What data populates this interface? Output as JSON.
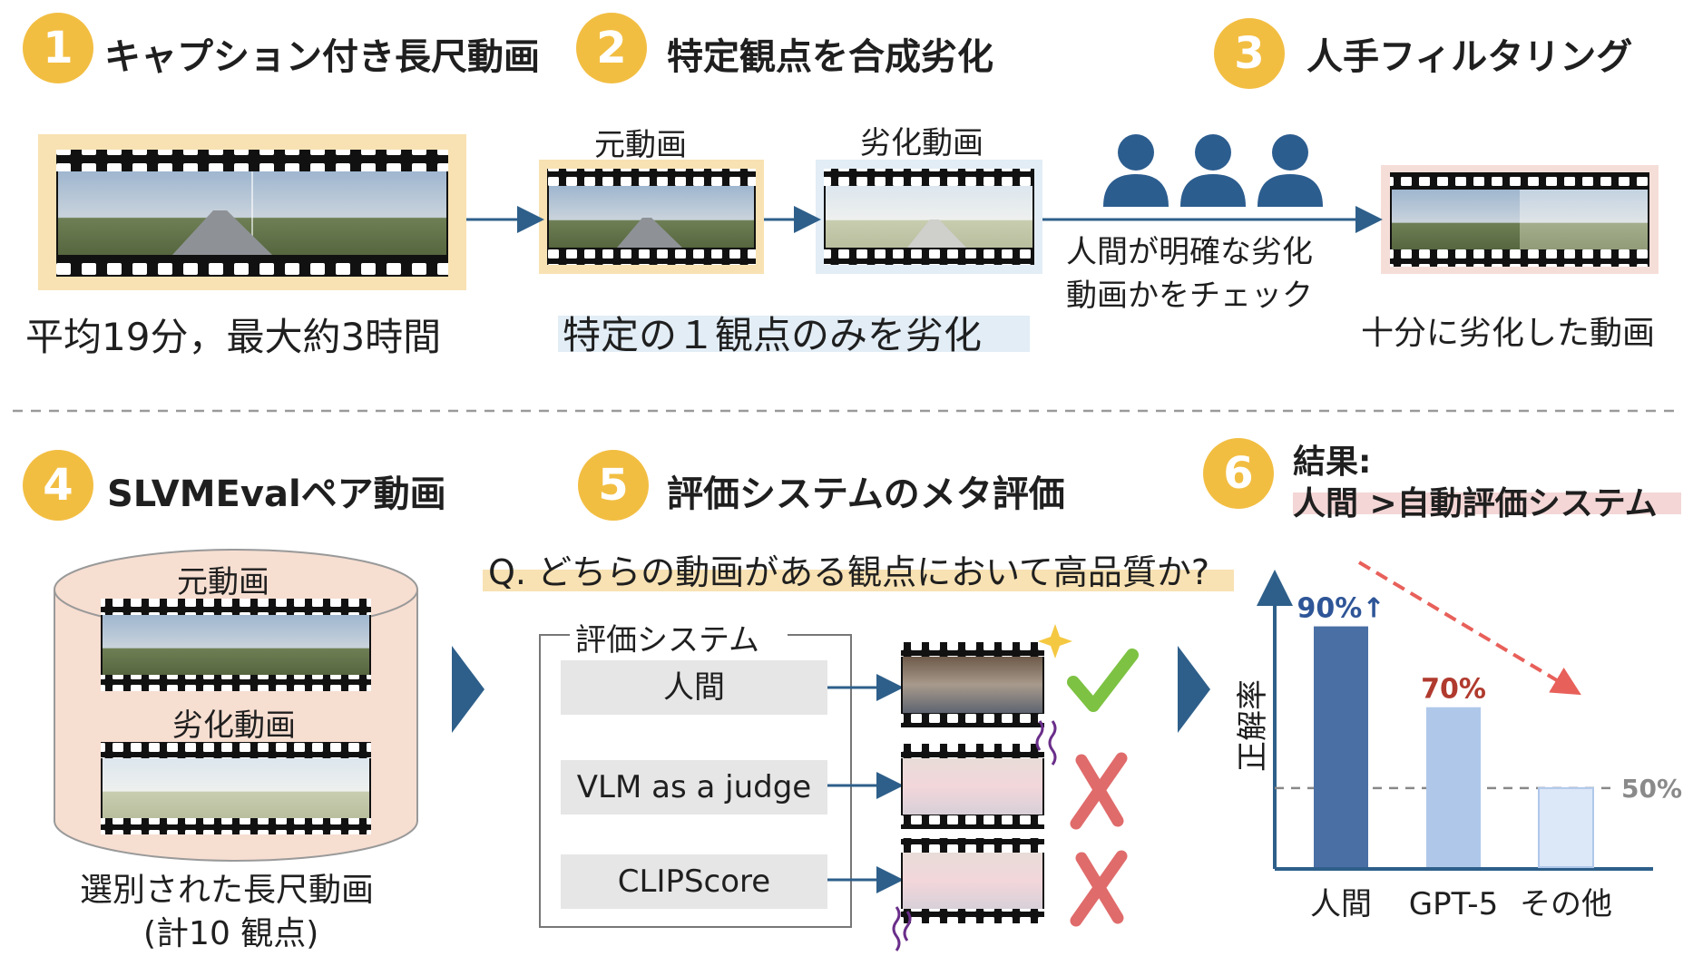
{
  "steps": [
    {
      "number": "1",
      "title": "キャプション付き長尺動画"
    },
    {
      "number": "2",
      "title": "特定観点を合成劣化"
    },
    {
      "number": "3",
      "title": "人手フィルタリング"
    },
    {
      "number": "4",
      "title": "SLVMEvalペア動画"
    },
    {
      "number": "5",
      "title": "評価システムのメタ評価"
    },
    {
      "number": "6",
      "title_line1": "結果:",
      "title_line2": "人間 >自動評価システム"
    }
  ],
  "stage1": {
    "caption": "平均19分，最大約3時間"
  },
  "stage2": {
    "original_label": "元動画",
    "degraded_label": "劣化動画",
    "caption": "特定の１観点のみを劣化"
  },
  "stage3": {
    "note_line1": "人間が明確な劣化",
    "note_line2": "動画かをチェック",
    "caption": "十分に劣化した動画"
  },
  "stage4": {
    "original_label": "元動画",
    "degraded_label": "劣化動画",
    "caption_line1": "選別された長尺動画",
    "caption_line2": "(計10 観点)"
  },
  "stage5": {
    "question": "Q. どちらの動画がある観点において高品質か?",
    "box_title": "評価システム",
    "systems": [
      "人間",
      "VLM as a judge",
      "CLIPScore"
    ]
  },
  "chart_data": {
    "type": "bar",
    "ylabel": "正解率",
    "categories": [
      "人間",
      "GPT-5",
      "その他"
    ],
    "values": [
      90,
      70,
      50
    ],
    "value_labels": [
      "90%↑",
      "70%",
      ""
    ],
    "reference_line": {
      "value": 50,
      "label": "50%"
    },
    "colors": [
      "#4A6FA5",
      "#AFC8EA",
      "#DCE7F7"
    ],
    "label_colors": [
      "#2E5597",
      "#B03A2E",
      ""
    ]
  },
  "colors": {
    "badge": "#F2BE42",
    "arrow": "#2E5F8A",
    "person": "#2C5D8F",
    "check": "#7DC242",
    "cross": "#E06B6B"
  }
}
